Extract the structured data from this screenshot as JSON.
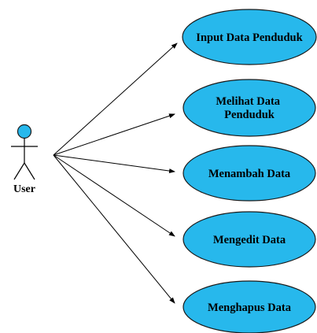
{
  "actor": {
    "label": "User"
  },
  "use_cases": [
    {
      "id": "input",
      "lines": [
        "Input Data Penduduk"
      ]
    },
    {
      "id": "view",
      "lines": [
        "Melihat Data",
        "Penduduk"
      ]
    },
    {
      "id": "add",
      "lines": [
        "Menambah Data"
      ]
    },
    {
      "id": "edit",
      "lines": [
        "Mengedit Data"
      ]
    },
    {
      "id": "delete",
      "lines": [
        "Menghapus Data"
      ]
    }
  ],
  "colors": {
    "use_case_fill": "#27B8EC",
    "use_case_stroke": "#1a1a1a",
    "actor_head_fill": "#27B8EC",
    "line": "#000000"
  }
}
